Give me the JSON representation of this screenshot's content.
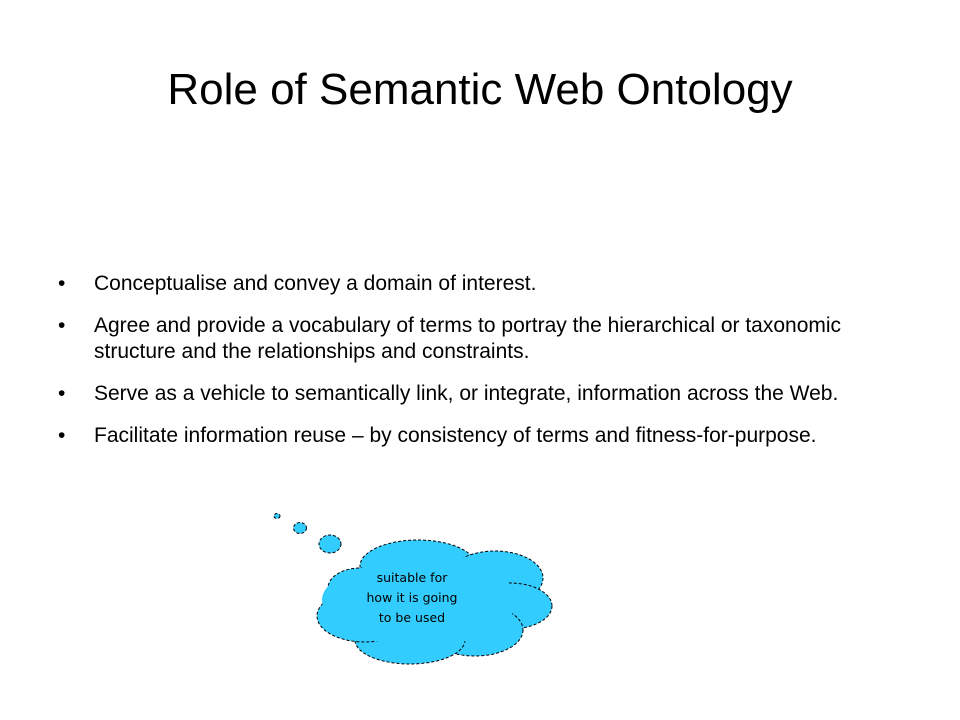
{
  "slide": {
    "title": "Role of Semantic Web Ontology",
    "bullet_symbol": "•",
    "bullets": [
      "Conceptualise and convey a domain of interest.",
      "Agree and provide a vocabulary of terms to portray the hierarchical or taxonomic structure and the relationships and constraints.",
      "Serve as a vehicle to semantically link, or integrate, information across the Web.",
      "Facilitate information reuse – by consistency of terms and fitness-for-purpose."
    ],
    "callout": {
      "line1": "suitable for",
      "line2": "how it is going",
      "line3": "to be used",
      "fill_color": "#33ccff"
    }
  }
}
